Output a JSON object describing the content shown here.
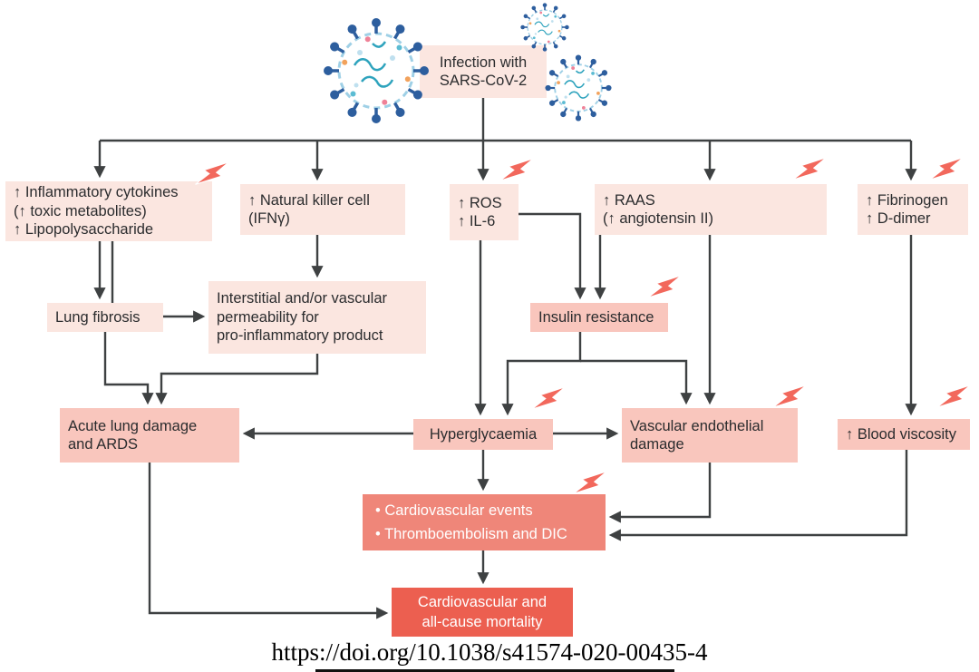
{
  "figure": {
    "infection_label": [
      "Infection with",
      "SARS-CoV-2"
    ],
    "nodes": {
      "inflammatory_cytokines": [
        "↑ Inflammatory cytokines",
        "(↑ toxic metabolites)",
        "↑ Lipopolysaccharide"
      ],
      "natural_killer_cell": [
        "↑ Natural killer cell",
        "(IFNγ)"
      ],
      "ros_il6": [
        "↑ ROS",
        "↑ IL-6"
      ],
      "raas": [
        "↑ RAAS",
        "(↑ angiotensin II)"
      ],
      "fibrinogen_ddimer": [
        "↑ Fibrinogen",
        "↑ D-dimer"
      ],
      "lung_fibrosis": [
        "Lung fibrosis"
      ],
      "interstitial_permeability": [
        "Interstitial and/or vascular",
        "permeability for",
        "pro-inflammatory product"
      ],
      "insulin_resistance": [
        "Insulin resistance"
      ],
      "acute_lung_damage": [
        "Acute lung damage",
        "and ARDS"
      ],
      "hyperglycaemia": [
        "Hyperglycaemia"
      ],
      "vascular_endothelial_damage": [
        "Vascular endothelial",
        "damage"
      ],
      "blood_viscosity": [
        "↑ Blood viscosity"
      ],
      "cardiovascular_events": [
        "• Cardiovascular events",
        "• Thromboembolism and DIC"
      ],
      "mortality": [
        "Cardiovascular and",
        "all-cause mortality"
      ]
    },
    "icons": {
      "lightning_bolt": "damage/injury indicator",
      "coronavirus": "SARS-CoV-2 virion"
    },
    "colors": {
      "pale_pink_box": "#fbe6e0",
      "mid_pink_box": "#f9c6bd",
      "coral_box": "#ef8679",
      "red_box": "#ec5f50",
      "bolt": "#f2685c",
      "arrow": "#3e4142",
      "virus_spike_blue": "#2d5e9e",
      "virus_teal": "#2ea3bd"
    }
  },
  "footer": {
    "doi": "https://doi.org/10.1038/s41574-020-00435-4"
  }
}
